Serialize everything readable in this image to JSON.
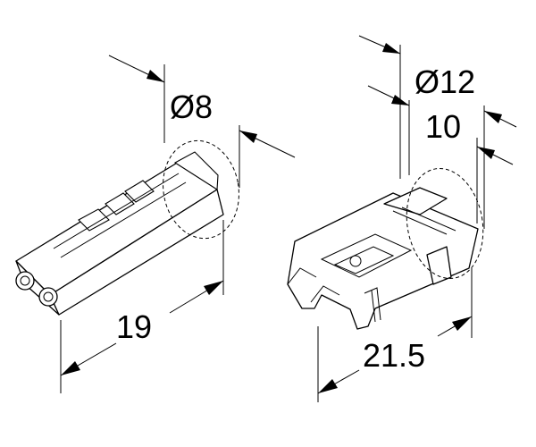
{
  "dimensions": {
    "left_diameter": "Ø8",
    "left_length": "19",
    "right_diameter": "Ø12",
    "right_width": "10",
    "right_length": "21.5"
  },
  "colors": {
    "stroke": "#000000",
    "background": "#ffffff"
  }
}
